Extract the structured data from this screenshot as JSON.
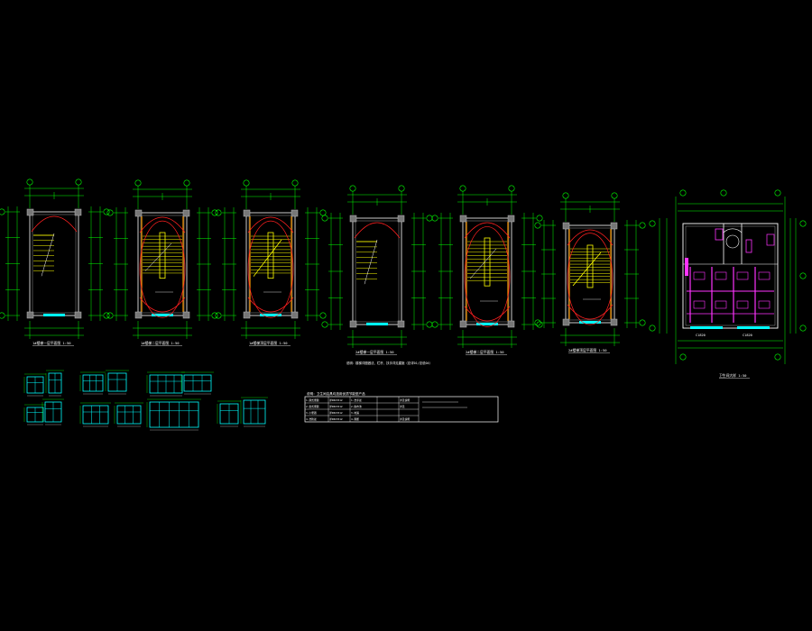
{
  "drawing": {
    "background": "#000000",
    "colors": {
      "dim": "#00ff00",
      "grid": "#00ff00",
      "wall": "#ffffff",
      "column": "#bbbbbb",
      "stair": "#ffff00",
      "red": "#ff2020",
      "magenta": "#ff33ff",
      "cyan": "#00ffff",
      "text": "#ffffff"
    }
  },
  "stair_plans": [
    {
      "caption": "1#楼梯一层平面图 1:50",
      "type": "ground"
    },
    {
      "caption": "1#楼梯二层平面图 1:50",
      "type": "typical"
    },
    {
      "caption": "1#楼梯顶层平面图 1:50",
      "type": "top"
    },
    {
      "caption": "2#楼梯一层平面图 1:50",
      "type": "ground"
    },
    {
      "caption": "2#楼梯二层平面图 1:50",
      "type": "typical"
    },
    {
      "caption": "2#楼梯顶层平面图 1:50",
      "type": "top"
    }
  ],
  "note_under_plan4": "说明：楼梯详图做法、栏杆、扶手详见建施（总详01/总说04）",
  "toilet_plan": {
    "caption": "卫生间大样 1:50",
    "dims_bottom": [
      "C1820",
      "C1820"
    ]
  },
  "legend_table": {
    "title": "说明：卫生间洁具均选用优质节能型产品",
    "rows": [
      [
        "1.蹲式便器",
        "详98ZJ512",
        "1.洗手盆",
        "详见说明"
      ],
      [
        "2.坐式便器",
        "详98ZJ512",
        "2.拖布池",
        "详见"
      ],
      [
        "3.小便器",
        "详98ZJ512",
        "3.地漏",
        ""
      ],
      [
        "4.洗脸盆",
        "详98ZJ512",
        "4.隔断",
        "详见说明"
      ]
    ]
  },
  "window_elevations_note": "门窗立面详图"
}
